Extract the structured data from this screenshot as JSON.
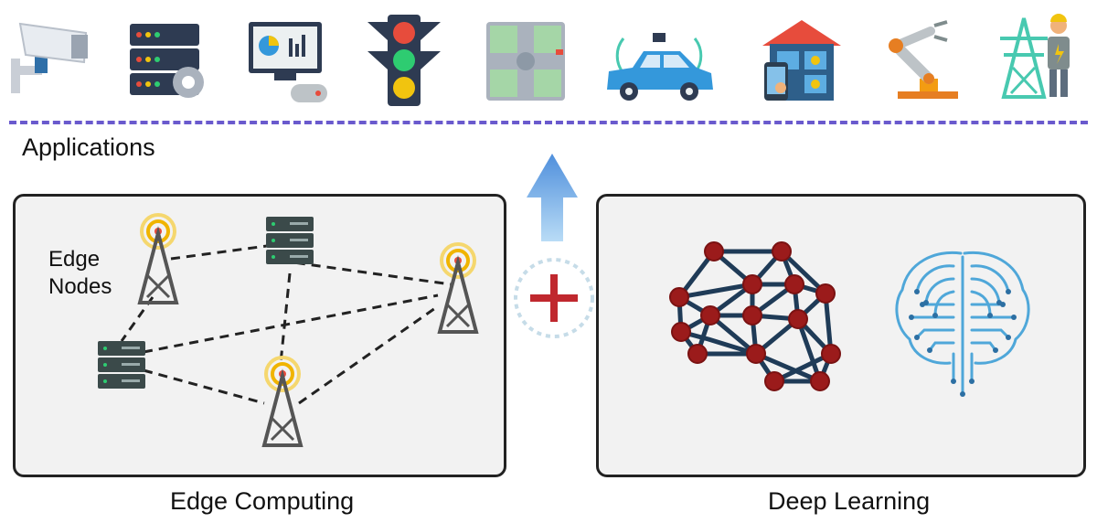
{
  "applications": {
    "label": "Applications",
    "icons": [
      "security-camera-icon",
      "server-gear-icon",
      "computer-game-icon",
      "traffic-light-icon",
      "intersection-map-icon",
      "autonomous-car-icon",
      "smart-home-icon",
      "robot-arm-icon",
      "power-tower-worker-icon"
    ]
  },
  "edge_computing": {
    "title": "Edge Computing",
    "nodes_label_line1": "Edge",
    "nodes_label_line2": "Nodes"
  },
  "deep_learning": {
    "title": "Deep Learning"
  },
  "colors": {
    "dash_line": "#6a5acd",
    "arrow": "#5aa0e6",
    "plus": "#c0282e",
    "neural_node": "#9b1b1b",
    "neural_edge": "#1f3b57",
    "brain_circuit": "#4fa7d9"
  }
}
